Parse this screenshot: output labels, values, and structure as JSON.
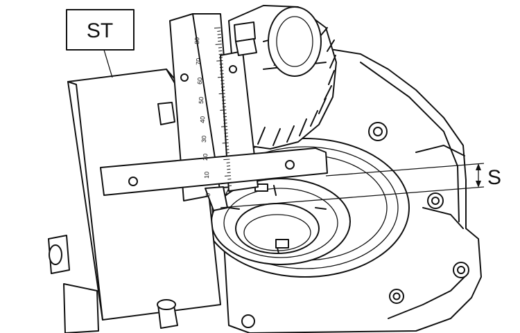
{
  "labels": {
    "special_tool": "ST",
    "clearance": "S"
  },
  "scale": {
    "numbers": [
      "0",
      "10",
      "20",
      "30",
      "40",
      "50",
      "60",
      "70",
      "80"
    ]
  },
  "colors": {
    "ink": "#111111",
    "paper": "#ffffff"
  }
}
